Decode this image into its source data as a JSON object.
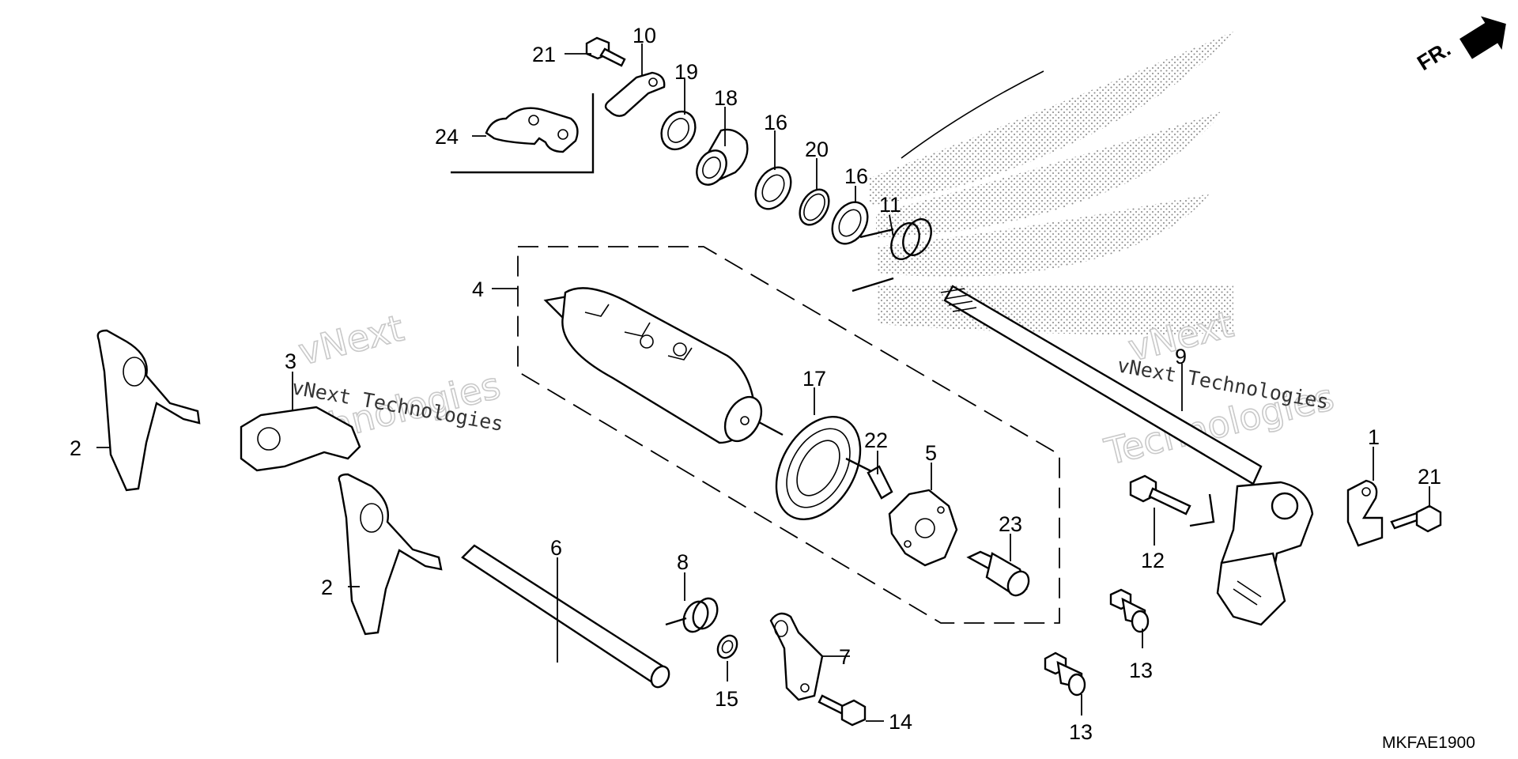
{
  "diagram": {
    "code": "MKFAE1900",
    "direction": "FR.",
    "callouts": {
      "p1": "1",
      "p2a": "2",
      "p2b": "2",
      "p3": "3",
      "p4": "4",
      "p5": "5",
      "p6": "6",
      "p7": "7",
      "p8": "8",
      "p9": "9",
      "p10": "10",
      "p11": "11",
      "p12": "12",
      "p13a": "13",
      "p13b": "13",
      "p14": "14",
      "p15": "15",
      "p16a": "16",
      "p16b": "16",
      "p17": "17",
      "p18": "18",
      "p19": "19",
      "p20": "20",
      "p21a": "21",
      "p21b": "21",
      "p22": "22",
      "p23": "23",
      "p24": "24"
    }
  },
  "watermarks": {
    "left": {
      "line1": "vNext",
      "line2": "Technologies",
      "line3": "vNext Technologies"
    },
    "right": {
      "line1": "vNext",
      "line2": "Technologies",
      "line3": "vNext Technologies"
    }
  },
  "colors": {
    "ink": "#000000",
    "background": "#ffffff",
    "stipple": "#8a8a8a",
    "watermark": "#c9c9c9"
  }
}
